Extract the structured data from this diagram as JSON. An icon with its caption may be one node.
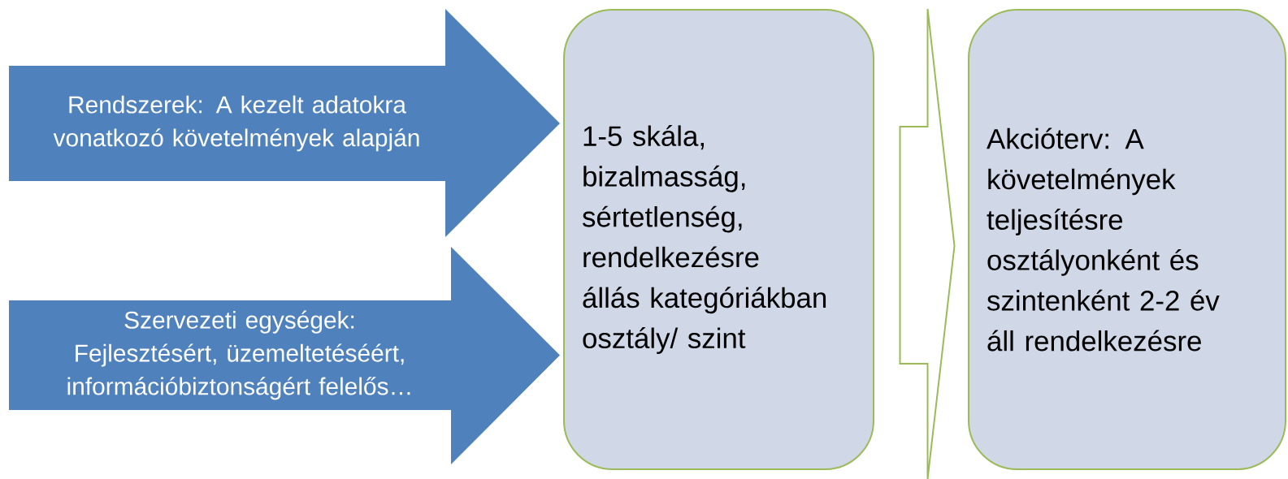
{
  "diagram": {
    "nodes": [
      {
        "text": [
          "Rendszerek: A kezelt adatokra vonatkozó követelmények alapján"
        ]
      },
      {
        "text": [
          "Szervezeti egységek: Fejlesztésért, üzemeltetéséért, információbiztonságért felelős…"
        ]
      },
      {
        "text": [
          "1-5 skála, bizalmasság, sértetlenség, rendelkezésre állás kategóriákban osztály/ szint"
        ]
      },
      {
        "text": [
          "Akcióterv: A követelmények teljesítésre osztályonként és szintenként 2-2 év áll rendelkezésre"
        ]
      }
    ],
    "edges": [
      {
        "from": 2,
        "to": 3,
        "arrow": "to"
      }
    ]
  }
}
